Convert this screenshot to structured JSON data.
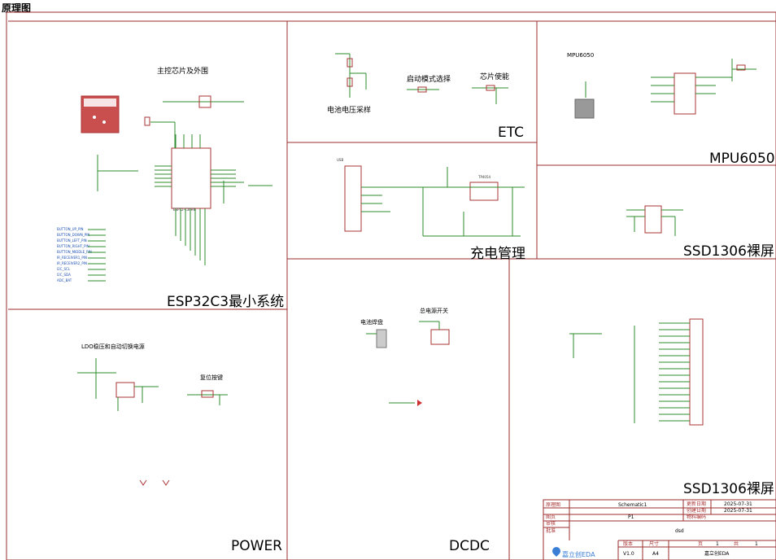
{
  "sheet_title": "原理图",
  "blocks": {
    "esp32": {
      "title": "ESP32C3最小系统",
      "subtitle": "主控芯片及外围",
      "chip": "ESP32-C3FH4"
    },
    "etc": {
      "title": "ETC",
      "battery_sense": "电池电压采样",
      "boot_select": "启动模式选择",
      "chip_enable": "芯片使能"
    },
    "mpu": {
      "title": "MPU6050",
      "chip_label": "MPU6050"
    },
    "charge": {
      "title": "充电管理",
      "connector": "USB",
      "charger": "TP4054"
    },
    "ssd_small": {
      "title": "SSD1306裸屏"
    },
    "power": {
      "title": "POWER",
      "ldo": "LDO稳压和自动切换电源",
      "reset": "复位按键"
    },
    "dcdc": {
      "title": "DCDC",
      "battery_pad": "电池焊盘",
      "main_switch": "总电源开关"
    },
    "ssd_large": {
      "title": "SSD1306裸屏"
    }
  },
  "gpio_labels": [
    "BUTTON_UP_PIN",
    "BUTTON_DOWN_PIN",
    "BUTTON_LEFT_PIN",
    "BUTTON_RIGHT_PIN",
    "BUTTON_MIDDLE_PIN",
    "IR_RECEIVER1_PIN",
    "IR_RECEIVER2_PIN",
    "I2C_SCL",
    "I2C_SDA",
    "ADC_BAT"
  ],
  "title_block": {
    "labels": {
      "title": "原理图",
      "drawing": "图页",
      "check": "审核",
      "approve": "批准"
    },
    "schematic": "Schematic1",
    "page": "P1",
    "update_date_label": "更新日期",
    "update_date": "2025-07-31",
    "create_date_label": "创建日期",
    "create_date": "2025-07-31",
    "material_label": "物料编码",
    "project": "dsd",
    "version_label": "版本",
    "version": "V1.0",
    "size_label": "尺寸",
    "size": "A4",
    "page_label": "页",
    "page_num": "1",
    "total_label": "共",
    "total": "1",
    "logo": "嘉立创EDA",
    "company": "嘉立创EDA"
  }
}
